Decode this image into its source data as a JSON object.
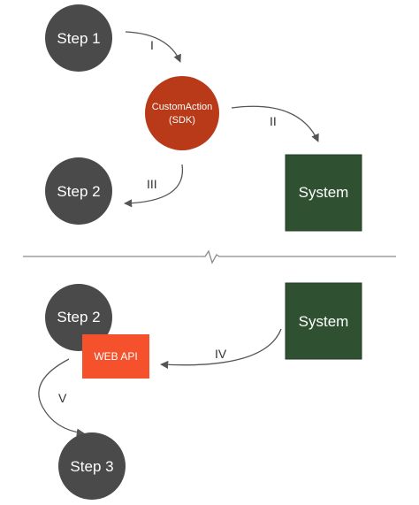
{
  "diagram": {
    "nodes": {
      "step1": {
        "label": "Step 1"
      },
      "custom_action": {
        "label_line1": "CustomAction",
        "label_line2": "(SDK)"
      },
      "system_top": {
        "label": "System"
      },
      "step2_top": {
        "label": "Step 2"
      },
      "step2_bottom": {
        "label": "Step 2"
      },
      "web_api": {
        "label": "WEB API"
      },
      "system_bottom": {
        "label": "System"
      },
      "step3": {
        "label": "Step 3"
      }
    },
    "edges": {
      "e1": {
        "label": "I"
      },
      "e2": {
        "label": "II"
      },
      "e3": {
        "label": "III"
      },
      "e4": {
        "label": "IV"
      },
      "e5": {
        "label": "V"
      }
    },
    "colors": {
      "step_circle": "#4a4a4a",
      "custom_action": "#b83a18",
      "system_box": "#2f5132",
      "system_border": "#233d26",
      "web_api": "#f4512c",
      "edge": "#555555",
      "divider": "#8a8a8a"
    }
  }
}
